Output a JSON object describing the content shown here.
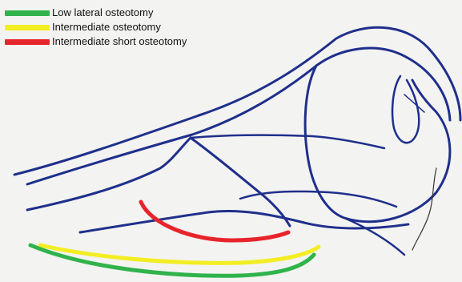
{
  "legend": [
    {
      "label": "Low lateral osteotomy",
      "color": "#2fb34a"
    },
    {
      "label": "Intermediate osteotomy",
      "color": "#f2ee22"
    },
    {
      "label": "Intermediate short osteotomy",
      "color": "#e8242b"
    }
  ],
  "colors": {
    "background": "#f3f3f1",
    "ink": "#1f2f8c",
    "crack": "#333333"
  }
}
